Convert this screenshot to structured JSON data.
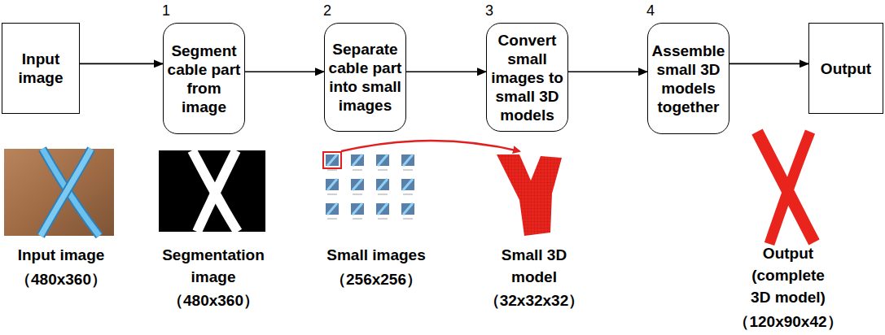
{
  "diagram": {
    "nodes": [
      {
        "text": [
          "Input image"
        ]
      },
      {
        "text": [
          "Segment cable part from image"
        ]
      },
      {
        "text": [
          "Separate cable part into small images"
        ]
      },
      {
        "text": [
          "Convert small images to small 3D models"
        ]
      },
      {
        "text": [
          "Assemble small 3D models together"
        ]
      },
      {
        "text": [
          "Output"
        ]
      }
    ],
    "edges": [
      {
        "from": 0,
        "to": 1,
        "arrow": "to"
      },
      {
        "from": 1,
        "to": 2,
        "arrow": "to"
      },
      {
        "from": 2,
        "to": 3,
        "arrow": "to"
      },
      {
        "from": 3,
        "to": 4,
        "arrow": "to"
      },
      {
        "from": 4,
        "to": 5,
        "arrow": "to"
      }
    ],
    "labels": [
      "1",
      "2",
      "3",
      "4",
      "Input image",
      "（480x360）",
      "Segmentation image",
      "（480x360）",
      "Small images",
      "（256x256）",
      "Small 3D model",
      "（32x32x32）",
      "Output (complete 3D model)",
      "（120x90x42）"
    ]
  }
}
